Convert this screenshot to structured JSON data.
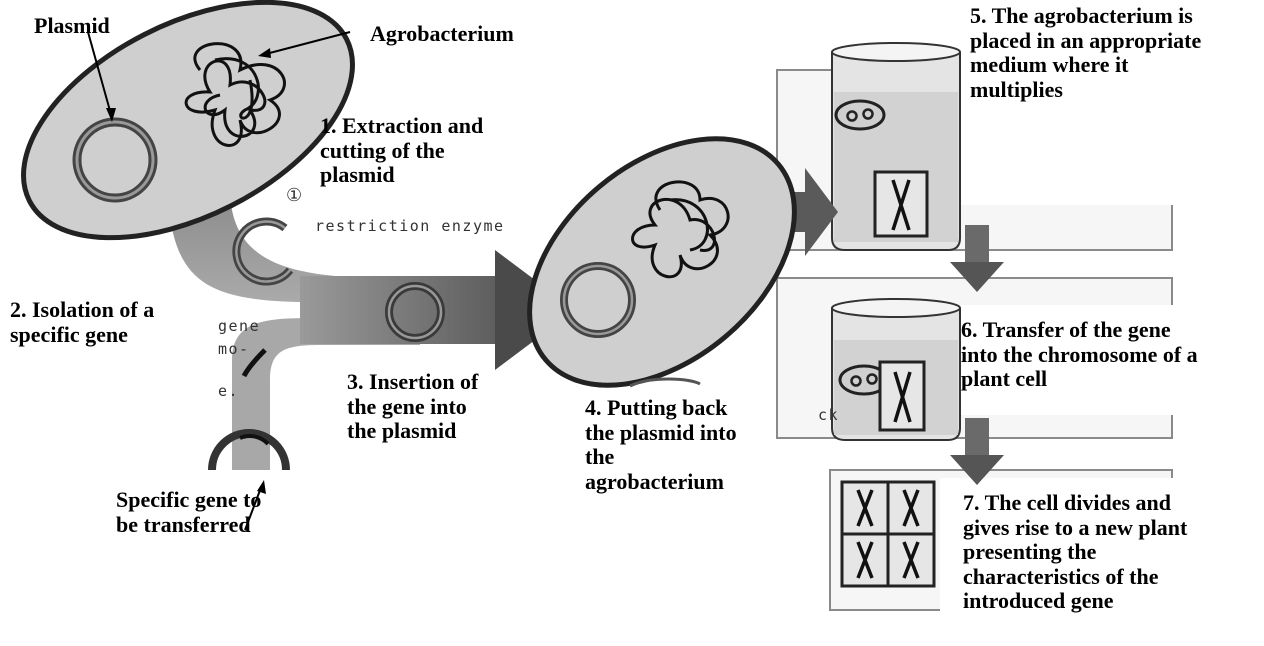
{
  "labels": {
    "plasmid": "Plasmid",
    "agrobacterium": "Agrobacterium",
    "specific_gene": [
      "Specific gene to",
      "be transferred"
    ]
  },
  "steps": {
    "s1": [
      "1. Extraction and",
      "cutting of the",
      "plasmid"
    ],
    "s2": [
      "2. Isolation of a",
      "specific gene"
    ],
    "s3": [
      "3. Insertion of",
      "the gene into",
      "the plasmid"
    ],
    "s4": [
      "4. Putting back",
      "the plasmid into",
      "the",
      "agrobacterium"
    ],
    "s5": [
      "5. The agrobacterium is",
      "placed in an appropriate",
      "medium where it",
      "multiplies"
    ],
    "s6": [
      "6.  Transfer of the gene",
      "into the chromosome of a",
      "plant cell"
    ],
    "s7": [
      "7. The cell divides and",
      "gives rise to a new plant",
      "presenting the",
      "characteristics of the",
      "introduced gene"
    ]
  },
  "background_text": {
    "circled_one": "①",
    "restriction_enzyme": "restriction enzyme",
    "gene": "gene",
    "mo": "mo-",
    "e": "e.",
    "ck": "ck"
  },
  "colors": {
    "arrow_fill": "#6e6e6e",
    "cell_border": "#222222",
    "cell_fill": "#cfcfcf",
    "panel_border": "#8a8a8a",
    "beaker_liquid": "#d8d8d8",
    "text": "#000000"
  }
}
